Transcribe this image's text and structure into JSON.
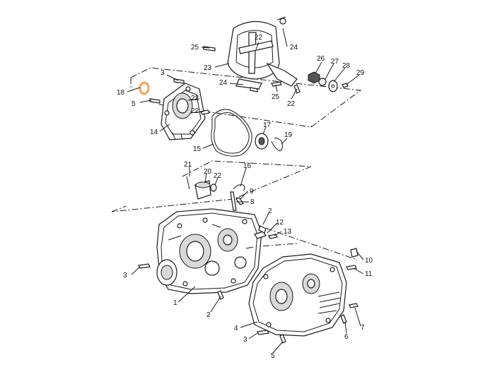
{
  "highlight_color": "#f5a15a",
  "highlighted_callout": "18",
  "callouts": {
    "c25a": "25",
    "c22a": "22",
    "c24a": "24",
    "c23": "23",
    "c26": "26",
    "c27": "27",
    "c28": "28",
    "c29": "29",
    "c24b": "24",
    "c25b": "25",
    "c22b": "22",
    "c3a": "3",
    "c18": "18",
    "c5a": "5",
    "c22c": "22",
    "c22d": "22",
    "c14": "14",
    "c15": "15",
    "c17": "17",
    "c19": "19",
    "c21": "21",
    "c20": "20",
    "c22e": "22",
    "c16": "16",
    "c9": "9",
    "c8": "8",
    "c2a": "2",
    "c12": "12",
    "c13": "13",
    "c10": "10",
    "c11": "11",
    "c3b": "3",
    "c1": "1",
    "c2b": "2",
    "c4": "4",
    "c7": "7",
    "c6": "6",
    "c3c": "3",
    "c5b": "5"
  }
}
